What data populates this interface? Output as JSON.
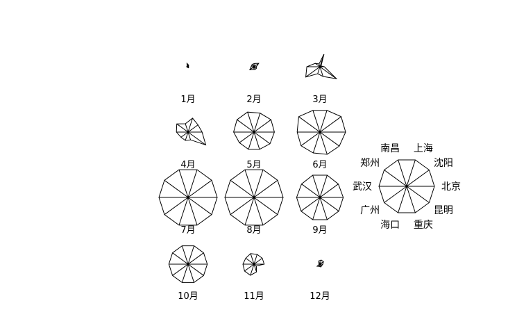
{
  "chart_data": {
    "type": "star",
    "title": "",
    "key": {
      "spokes": [
        "北京",
        "沈阳",
        "上海",
        "南昌",
        "郑州",
        "武汉",
        "广州",
        "海口",
        "重庆",
        "昆明"
      ]
    },
    "stars": [
      {
        "label": "1月",
        "values": [
          0.02,
          0.02,
          0.06,
          0.12,
          0.04,
          0.05,
          0.03,
          0.03,
          0.04,
          0.03
        ]
      },
      {
        "label": "2月",
        "values": [
          0.08,
          0.2,
          0.12,
          0.1,
          0.1,
          0.1,
          0.18,
          0.1,
          0.1,
          0.1
        ]
      },
      {
        "label": "3月",
        "values": [
          0.15,
          0.05,
          0.45,
          0.1,
          0.2,
          0.45,
          0.6,
          0.25,
          0.35,
          0.7
        ]
      },
      {
        "label": "4月",
        "values": [
          0.48,
          0.42,
          0.5,
          0.3,
          0.48,
          0.4,
          0.3,
          0.3,
          0.28,
          0.75
        ]
      },
      {
        "label": "5月",
        "values": [
          0.7,
          0.72,
          0.68,
          0.72,
          0.72,
          0.7,
          0.62,
          0.62,
          0.62,
          0.68
        ]
      },
      {
        "label": "6月",
        "values": [
          0.88,
          0.9,
          0.78,
          0.78,
          0.9,
          0.78,
          0.8,
          0.75,
          0.8,
          0.82
        ]
      },
      {
        "label": "7月",
        "values": [
          1.0,
          1.0,
          1.0,
          1.0,
          1.0,
          1.0,
          1.0,
          1.0,
          1.0,
          1.0
        ]
      },
      {
        "label": "8月",
        "values": [
          1.0,
          1.0,
          1.0,
          1.0,
          1.0,
          1.0,
          1.0,
          1.0,
          1.0,
          1.0
        ]
      },
      {
        "label": "9月",
        "values": [
          0.8,
          0.78,
          0.8,
          0.8,
          0.78,
          0.8,
          0.8,
          0.8,
          0.8,
          0.8
        ]
      },
      {
        "label": "10月",
        "values": [
          0.66,
          0.66,
          0.66,
          0.66,
          0.66,
          0.66,
          0.66,
          0.66,
          0.66,
          0.66
        ]
      },
      {
        "label": "11月",
        "values": [
          0.35,
          0.35,
          0.35,
          0.38,
          0.35,
          0.38,
          0.4,
          0.4,
          0.28,
          0.1
        ]
      },
      {
        "label": "12月",
        "values": [
          0.1,
          0.15,
          0.15,
          0.12,
          0.05,
          0.02,
          0.12,
          0.08,
          0.1,
          0.08
        ]
      }
    ]
  }
}
